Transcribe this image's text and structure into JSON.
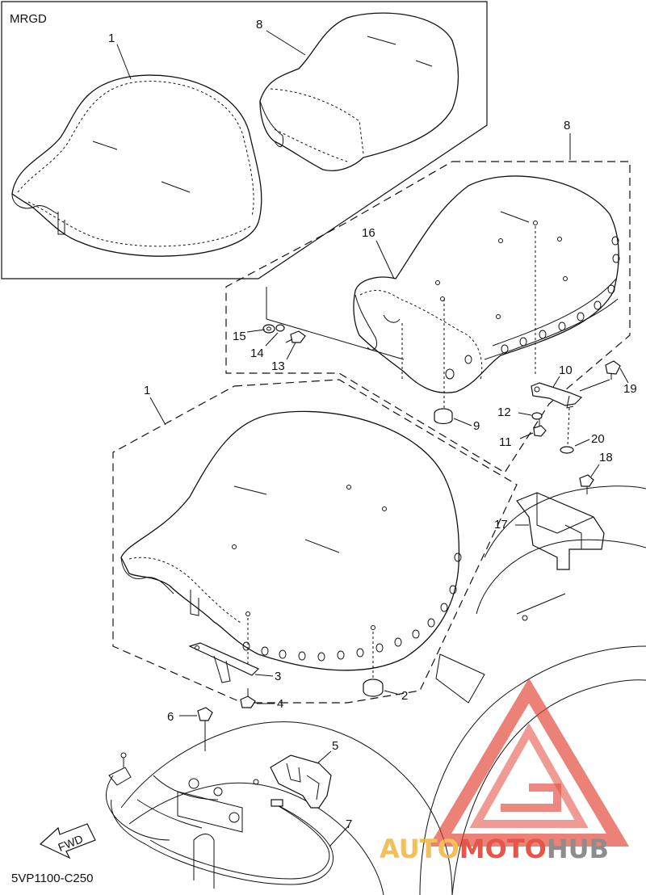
{
  "box_label": "MRGD",
  "callouts": {
    "c1_top": "1",
    "c8_top": "8",
    "c8_mid": "8",
    "c16": "16",
    "c15": "15",
    "c14": "14",
    "c13": "13",
    "c10": "10",
    "c19": "19",
    "c12": "12",
    "c11": "11",
    "c9": "9",
    "c20": "20",
    "c18": "18",
    "c1_mid": "1",
    "c17": "17",
    "c3": "3",
    "c4": "4",
    "c2": "2",
    "c6": "6",
    "c5": "5",
    "c7": "7"
  },
  "fwd_label": "FWD",
  "diagram_code": "5VP1100-C250",
  "watermark": {
    "text_part1": "AUTO",
    "text_part2": "MOTO",
    "text_part3": "HUB",
    "color_red": "#e0392b",
    "color_gold": "#f0b43c",
    "color_gray": "#7a7a7a"
  }
}
